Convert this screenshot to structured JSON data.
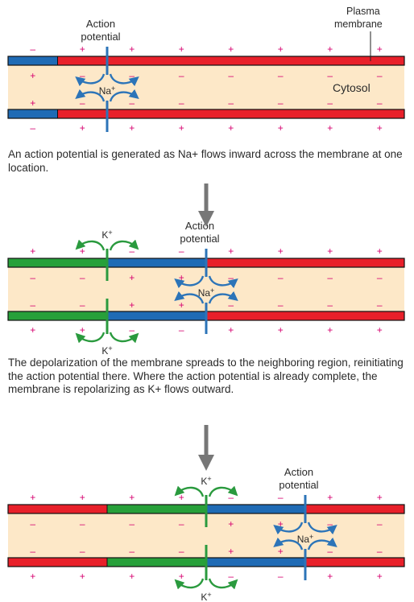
{
  "colors": {
    "cytosol": "#fde8c8",
    "resting_membrane": "#e8202a",
    "depolarized_membrane": "#1f6bb5",
    "repolarizing_membrane": "#27a03a",
    "na_arrow": "#2c74b8",
    "k_arrow": "#2a9a3e",
    "charge_sign": "#d6006f",
    "label_text": "#2a2a2a"
  },
  "labels": {
    "action_potential": "Action potential",
    "plasma_membrane": "Plasma membrane",
    "cytosol": "Cytosol",
    "na_ion": "Na+",
    "k_ion": "K+",
    "plus": "+",
    "minus": "–"
  },
  "panels": [
    {
      "caption": "An action potential is generated as Na+ flows inward across the membrane at one location.",
      "segments": [
        "depolarized",
        "resting",
        "resting",
        "resting",
        "resting",
        "resting",
        "resting",
        "resting"
      ],
      "na_channel": "channel-1",
      "k_channel": null
    },
    {
      "caption": "The depolarization of the membrane spreads to the neighboring region, reinitiating the action potential there. Where the action potential is already complete, the membrane is repolarizing as K+ flows outward.",
      "segments": [
        "repolarizing",
        "repolarizing",
        "depolarized",
        "depolarized",
        "resting",
        "resting",
        "resting",
        "resting"
      ],
      "na_channel": "channel-3",
      "k_channel": "channel-1"
    },
    {
      "caption": "",
      "segments": [
        "resting",
        "resting",
        "repolarizing",
        "repolarizing",
        "depolarized",
        "depolarized",
        "resting",
        "resting"
      ],
      "na_channel": "channel-5",
      "k_channel": "channel-3"
    }
  ]
}
